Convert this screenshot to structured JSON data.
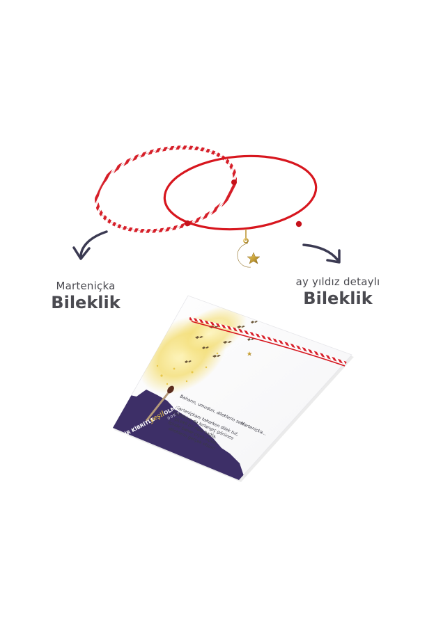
{
  "labels": {
    "left": {
      "top": "Marteniçka",
      "main": "Bileklik"
    },
    "right": {
      "top": "ay yıldız detaylı",
      "main": "Bileklik"
    }
  },
  "card": {
    "poem": [
      "Baharın, umudun, dileklerin sesi...",
      "Marteniçka...",
      "Marteniçkanı takarken dilek tut,",
      "Leylek'ye da kırlangıç görünce",
      "çiçekli bir dala bağla,",
      "İçinde bahar çiçek açsın,",
      "dileklerin gerçek olsun!"
    ],
    "brand_prefix": "BİR KİBRİTLE",
    "brand_script": "yeşil",
    "brand_suffix": "OLMAK",
    "brand_sub": "ÖDE FAZ"
  },
  "colors": {
    "label_text": "#4a4a50",
    "arrow": "#3b3a52",
    "red_cord": "#d7161e",
    "gold": "#c9a33a",
    "card_purple": "#3d2f67",
    "card_paper": "#ffffff"
  }
}
